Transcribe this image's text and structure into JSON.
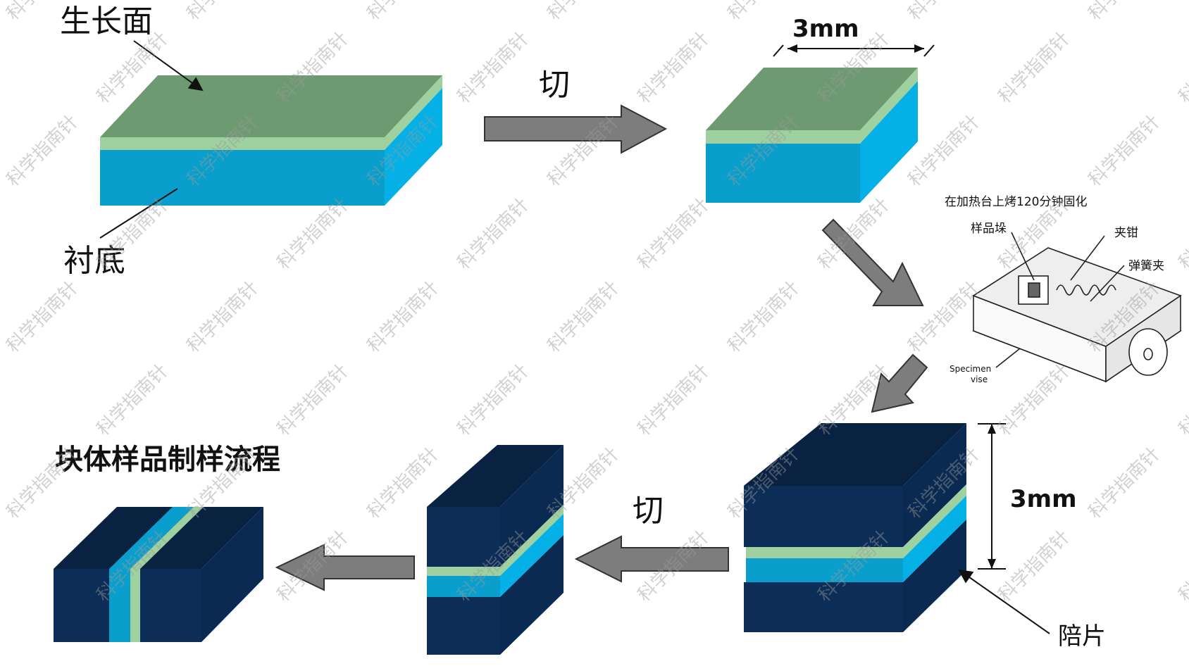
{
  "labels": {
    "growth_face": "生长面",
    "substrate": "衬底",
    "cut_1": "切",
    "cut_2": "切",
    "dim_top": "3mm",
    "dim_side": "3mm",
    "heat_cure": "在加热台上烤120分钟固化",
    "sample_stub": "样品垛",
    "clamp": "夹钳",
    "spring_clip": "弹簧夹",
    "specimen_vise": "Specimen\nvise",
    "dummy_piece": "陪片",
    "process_title": "块体样品制样流程"
  },
  "watermark": "科学指南针",
  "colors": {
    "film_green": "#6e9a72",
    "film_light": "#9fd0a0",
    "substrate_cyan": "#0a9ecd",
    "substrate_side": "#04b0e6",
    "block_navy": "#0a2a52",
    "block_navy_top": "#082042",
    "arrow_gray": "#7d7d7d"
  }
}
